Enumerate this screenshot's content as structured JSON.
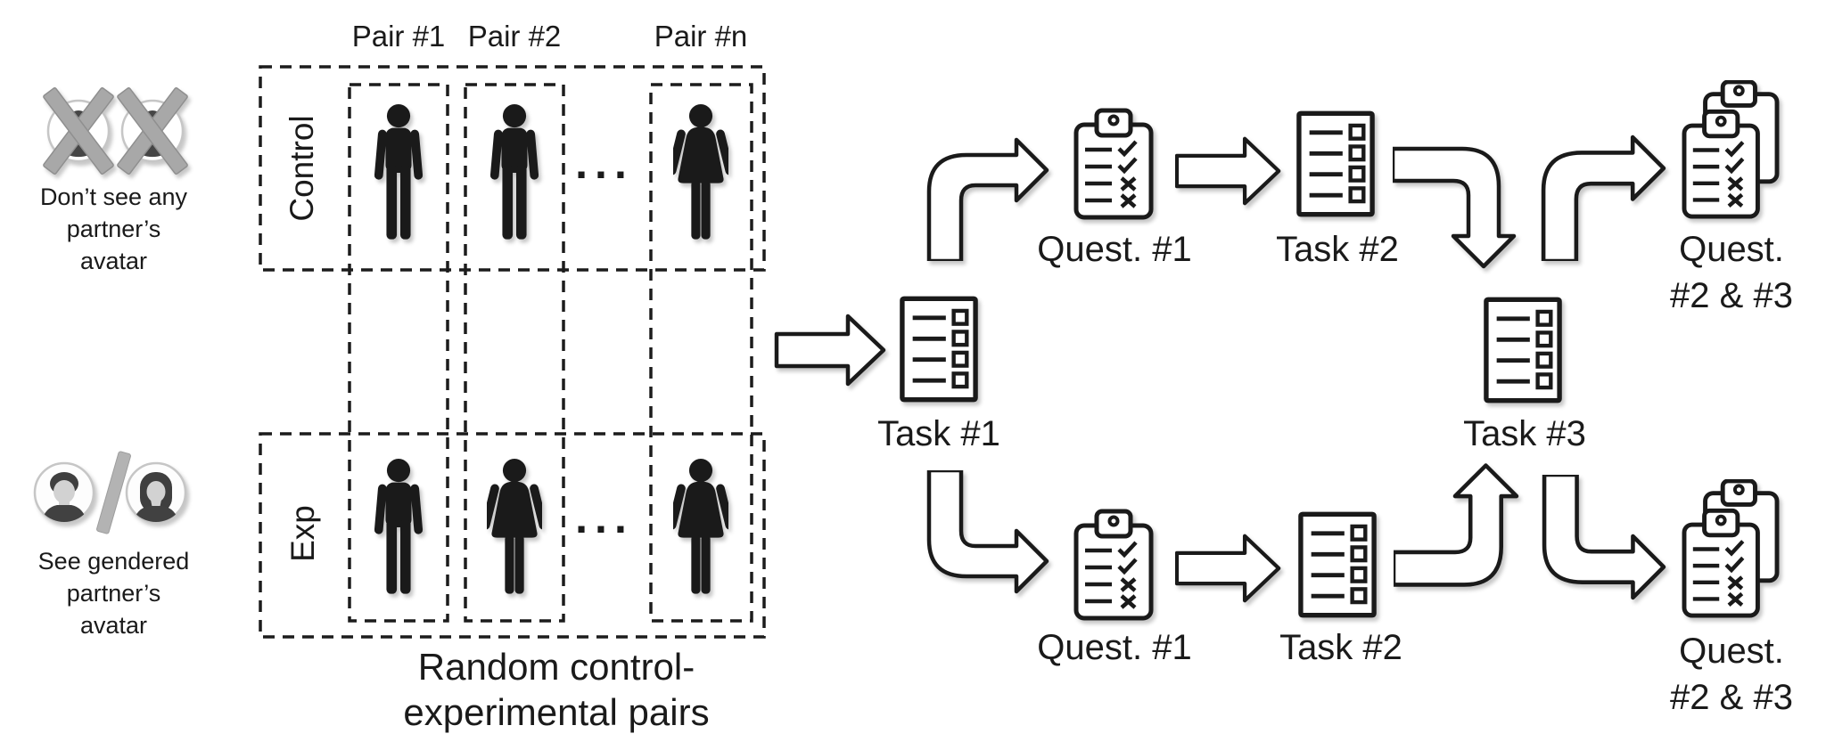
{
  "colors": {
    "ink": "#1a1a1a",
    "gray_x": "#a8a8a8",
    "avatar_dark": "#454545",
    "avatar_face": "#d2d2d2",
    "ring": "#c6c6c6"
  },
  "legend_no_avatar": {
    "lines": [
      "Don’t see any",
      "partner’s",
      "avatar"
    ]
  },
  "legend_gendered": {
    "lines": [
      "See gendered",
      "partner’s",
      "avatar"
    ]
  },
  "grid": {
    "columns": [
      {
        "label": "Pair #1"
      },
      {
        "label": "Pair #2"
      },
      {
        "label": "Pair #n"
      }
    ],
    "rows": [
      {
        "label": "Control",
        "genders": [
          "male",
          "male",
          "female"
        ]
      },
      {
        "label": "Exp",
        "genders": [
          "male",
          "female",
          "female"
        ]
      }
    ],
    "ellipsis": "...",
    "caption": [
      "Random control-",
      "experimental pairs"
    ]
  },
  "flow": {
    "task1_label": "Task #1",
    "top_path": {
      "quest1_label": "Quest. #1",
      "task2_label": "Task #2"
    },
    "bottom_path": {
      "quest1_label": "Quest. #1",
      "task2_label": "Task #2"
    },
    "task3_label": "Task #3",
    "quest23_top": {
      "lines": [
        "Quest.",
        "#2 & #3"
      ]
    },
    "quest23_bottom": {
      "lines": [
        "Quest.",
        "#2 & #3"
      ]
    }
  }
}
